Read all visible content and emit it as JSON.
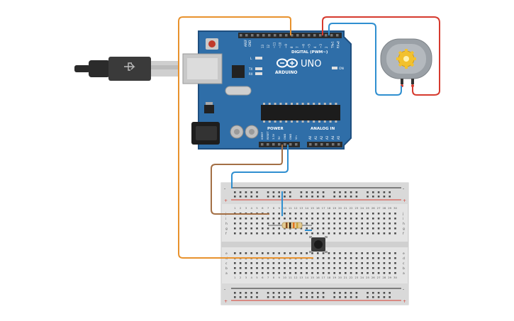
{
  "arduino": {
    "brand": "ARDUINO",
    "model": "UNO",
    "digital_label": "DIGITAL (PWM~)",
    "analog_label": "ANALOG IN",
    "power_label": "POWER",
    "on_label": "ON",
    "led_l": "L",
    "led_tx": "TX",
    "led_rx": "RX",
    "aref": "AREF",
    "gnd": "GND",
    "digital_pins": [
      "13",
      "12",
      "~11",
      "~10",
      "~9",
      "8",
      "7",
      "~6",
      "~5",
      "4",
      "~3",
      "2",
      "TX▸1",
      "RX◂0"
    ],
    "power_pins": [
      "IOREF",
      "RESET",
      "3.3V",
      "5V",
      "GND",
      "GND",
      "Vin"
    ],
    "analog_pins": [
      "A0",
      "A1",
      "A2",
      "A3",
      "A4",
      "A5"
    ],
    "colors": {
      "board": "#2f6ea8",
      "board_edge": "#1f4f80",
      "header": "#2b2b2b"
    }
  },
  "breadboard": {
    "rows_top": [
      "j",
      "i",
      "h",
      "g",
      "f"
    ],
    "rows_bottom": [
      "e",
      "d",
      "c",
      "b",
      "a"
    ],
    "columns": [
      "1",
      "2",
      "3",
      "4",
      "5",
      "6",
      "7",
      "8",
      "9",
      "10",
      "11",
      "12",
      "13",
      "14",
      "15",
      "16",
      "17",
      "18",
      "19",
      "20",
      "21",
      "22",
      "23",
      "24",
      "25",
      "26",
      "27",
      "28",
      "29",
      "30"
    ],
    "rail_minus": "-",
    "rail_plus": "+"
  },
  "wires": {
    "orange": "#e8922d",
    "red": "#d63a2e",
    "blue": "#2f8fd0",
    "brown": "#a36f45"
  },
  "resistor_bands": [
    "#8a4b1c",
    "#1a1a1a",
    "#e3711f",
    "#c9a23a"
  ],
  "motor_color": "#9aa0a6"
}
